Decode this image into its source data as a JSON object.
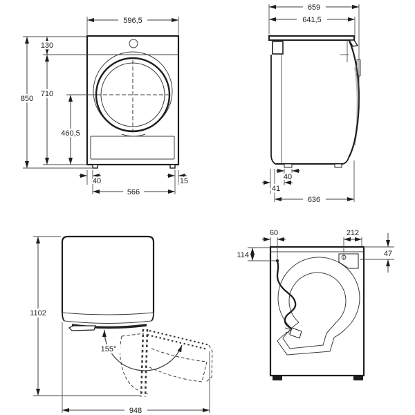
{
  "drawing": {
    "front": {
      "width_top": "596,5",
      "control_panel_height": "130",
      "total_height": "850",
      "body_height": "710",
      "door_center_to_bottom": "460,5",
      "foot_offset_left": "40",
      "feet_spacing": "566",
      "foot_offset_right": "15"
    },
    "side": {
      "depth_total": "659",
      "depth_body": "641,5",
      "foot_width": "40",
      "foot_back_offset": "41",
      "depth_base": "636"
    },
    "top": {
      "depth_door_open": "1102",
      "door_opening_angle": "155°",
      "width_door_open": "948"
    },
    "rear": {
      "cord_offset_left": "60",
      "connector_offset_right": "212",
      "cord_offset_top": "114",
      "connector_height": "47"
    }
  },
  "style": {
    "line_color": "#1d1d1b",
    "background": "#ffffff"
  }
}
